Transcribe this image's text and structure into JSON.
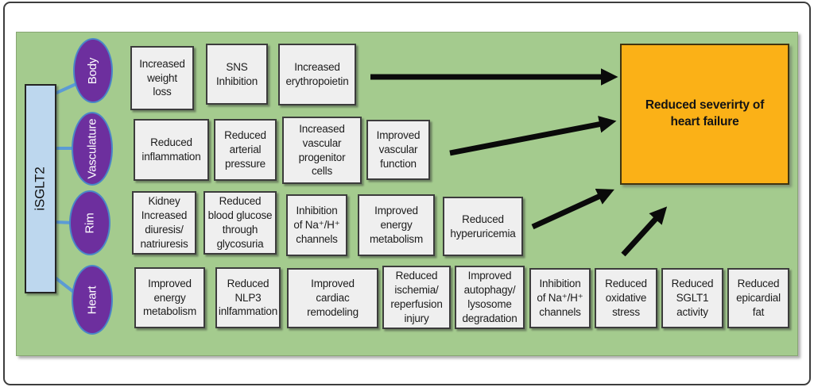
{
  "palette": {
    "panel_green": "#a4cb8e",
    "node_purple": "#6d2f9e",
    "node_stroke_blue": "#4a86c8",
    "connector_blue": "#5b9bd5",
    "source_blue": "#bdd7ee",
    "outcome_orange": "#fbb117",
    "effect_box_gray": "#efefef",
    "arrow_black": "#0a0a0a"
  },
  "source": {
    "label": "iSGLT2"
  },
  "categories": [
    {
      "label": "Body",
      "effects": [
        "Increased\nweight\nloss",
        "SNS\nInhibition",
        "Increased\nerythropoietin"
      ]
    },
    {
      "label": "Vasculature",
      "effects": [
        "Reduced\ninflammation",
        "Reduced\narterial\npressure",
        "Increased\nvascular\nprogenitor\ncells",
        "Improved\nvascular\nfunction"
      ]
    },
    {
      "label": "Rim",
      "effects": [
        "Kidney\nIncreased\ndiuresis/\nnatriuresis",
        "Reduced\nblood glucose\nthrough\nglycosuria",
        "Inhibition\nof Na⁺/H⁺\nchannels",
        "Improved\nenergy\nmetabolism",
        "Reduced\nhyperuricemia"
      ]
    },
    {
      "label": "Heart",
      "effects": [
        "Improved\nenergy\nmetabolism",
        "Reduced\nNLP3\ninlfammation",
        "Improved\ncardiac\nremodeling",
        "Reduced\nischemia/\nreperfusion\ninjury",
        "Improved\nautophagy/\nlysosome\ndegradation",
        "Inhibition\nof Na⁺/H⁺\nchannels",
        "Reduced\noxidative\nstress",
        "Reduced\nSGLT1\nactivity",
        "Reduced\nepicardial\nfat"
      ]
    }
  ],
  "outcome": {
    "label": "Reduced severirty of\nheart failure"
  }
}
